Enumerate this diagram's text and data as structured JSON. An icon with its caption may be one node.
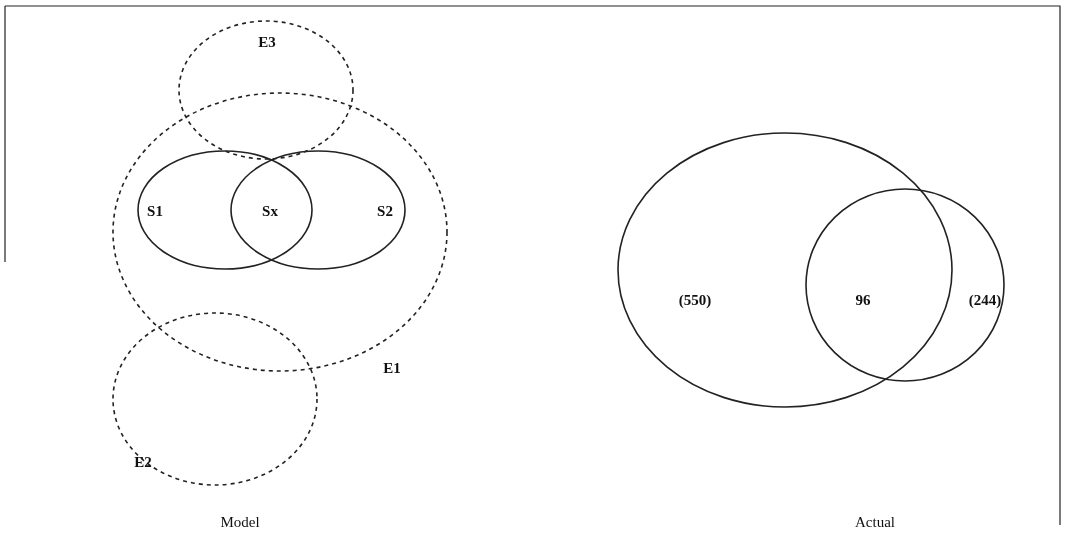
{
  "diagram": {
    "nodes": [
      {
        "text": [
          "E3"
        ]
      },
      {
        "text": [
          "E1"
        ]
      },
      {
        "text": [
          "S1"
        ],
        "in": 1
      },
      {
        "text": [
          "S2"
        ],
        "in": 1
      },
      {
        "text": [
          "E2"
        ]
      },
      {
        "text": [
          "(550)"
        ]
      },
      {
        "text": [
          "(244)"
        ]
      }
    ],
    "labels": [
      "Sx",
      "96",
      "Model",
      "Actual"
    ]
  }
}
